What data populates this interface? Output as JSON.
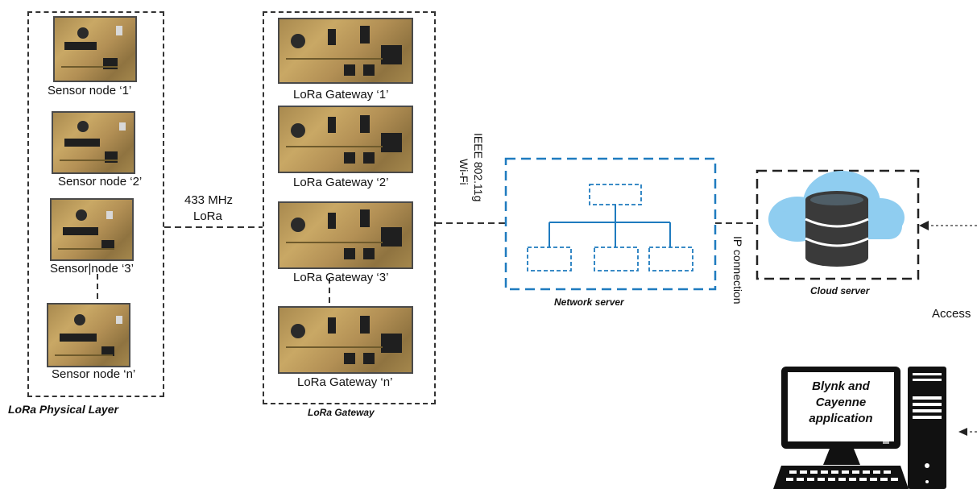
{
  "physical_layer": {
    "caption": "LoRa Physical Layer",
    "nodes": [
      {
        "label": "Sensor node ‘1’"
      },
      {
        "label": "Sensor node ‘2’"
      },
      {
        "label": "Sensor|node ‘3’"
      },
      {
        "label": "Sensor node ‘n’"
      }
    ]
  },
  "link_lora": {
    "line1": "433 MHz",
    "line2": "LoRa"
  },
  "gateway_layer": {
    "caption": "LoRa Gateway",
    "gateways": [
      {
        "label": "LoRa Gateway ‘1’"
      },
      {
        "label": "LoRa Gateway ‘2’"
      },
      {
        "label": "LoRa Gateway ‘3’"
      },
      {
        "label": "LoRa Gateway ‘n’"
      }
    ]
  },
  "link_wifi": {
    "line1": "IEEE 802.11g",
    "line2": "Wi-Fi"
  },
  "network_server": {
    "caption": "Network server"
  },
  "link_ip": {
    "text": "IP connection"
  },
  "cloud_server": {
    "caption": "Cloud server"
  },
  "access": {
    "text": "Access"
  },
  "application": {
    "line1": "Blynk and",
    "line2": "Cayenne",
    "line3": "application"
  },
  "colors": {
    "network_blue": "#1f7bbf",
    "cloud_blue": "#8fcdf0",
    "db_dark": "#3a3a3a"
  }
}
